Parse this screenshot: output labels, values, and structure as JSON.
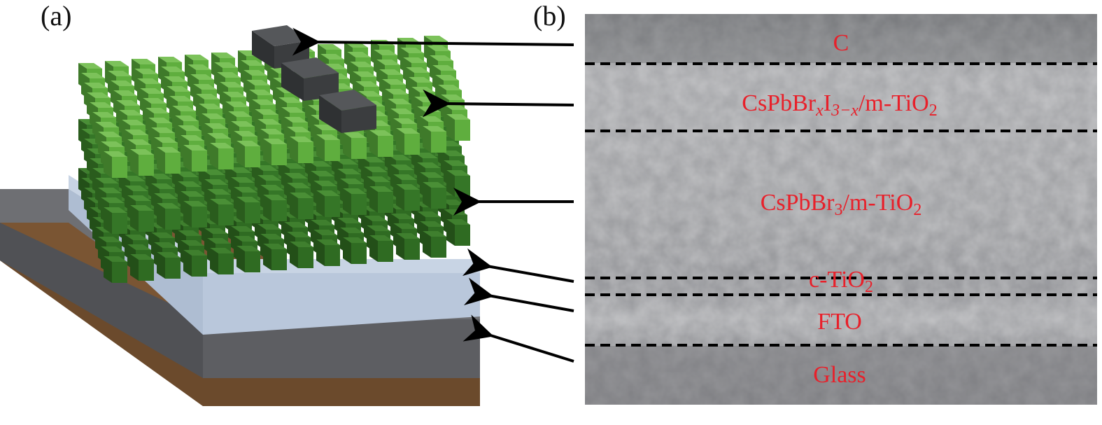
{
  "panels": {
    "a": {
      "label": "(a)"
    },
    "b": {
      "label": "(b)"
    }
  },
  "layers": [
    {
      "key": "c",
      "base": "C",
      "sub": "",
      "mid": "",
      "sub2": "",
      "tail": ""
    },
    {
      "key": "mixed",
      "base": "CsPbBr",
      "sub": "x",
      "mid": "I",
      "sub2": "3−x",
      "tail": "/m-TiO",
      "sub3": "2"
    },
    {
      "key": "cspbbr3",
      "base": "CsPbBr",
      "sub": "3",
      "mid": "/m-TiO",
      "sub2": "2",
      "tail": ""
    },
    {
      "key": "ctio2",
      "base": "c-TiO",
      "sub": "2",
      "mid": "",
      "sub2": "",
      "tail": ""
    },
    {
      "key": "fto",
      "base": "FTO",
      "sub": "",
      "mid": "",
      "sub2": "",
      "tail": ""
    },
    {
      "key": "glass",
      "base": "Glass",
      "sub": "",
      "mid": "",
      "sub2": "",
      "tail": ""
    }
  ],
  "colors": {
    "label_text": "#e8202a",
    "arrow": "#000000",
    "carbon_block": "#3b3d3f",
    "perovskite_top": "#5fae3e",
    "perovskite_bottom": "#2f6b22",
    "c_tio2": "#aebdd2",
    "fto": "#5d5e62",
    "glass": "#7a5533",
    "sem_bg": "#8f9194"
  }
}
